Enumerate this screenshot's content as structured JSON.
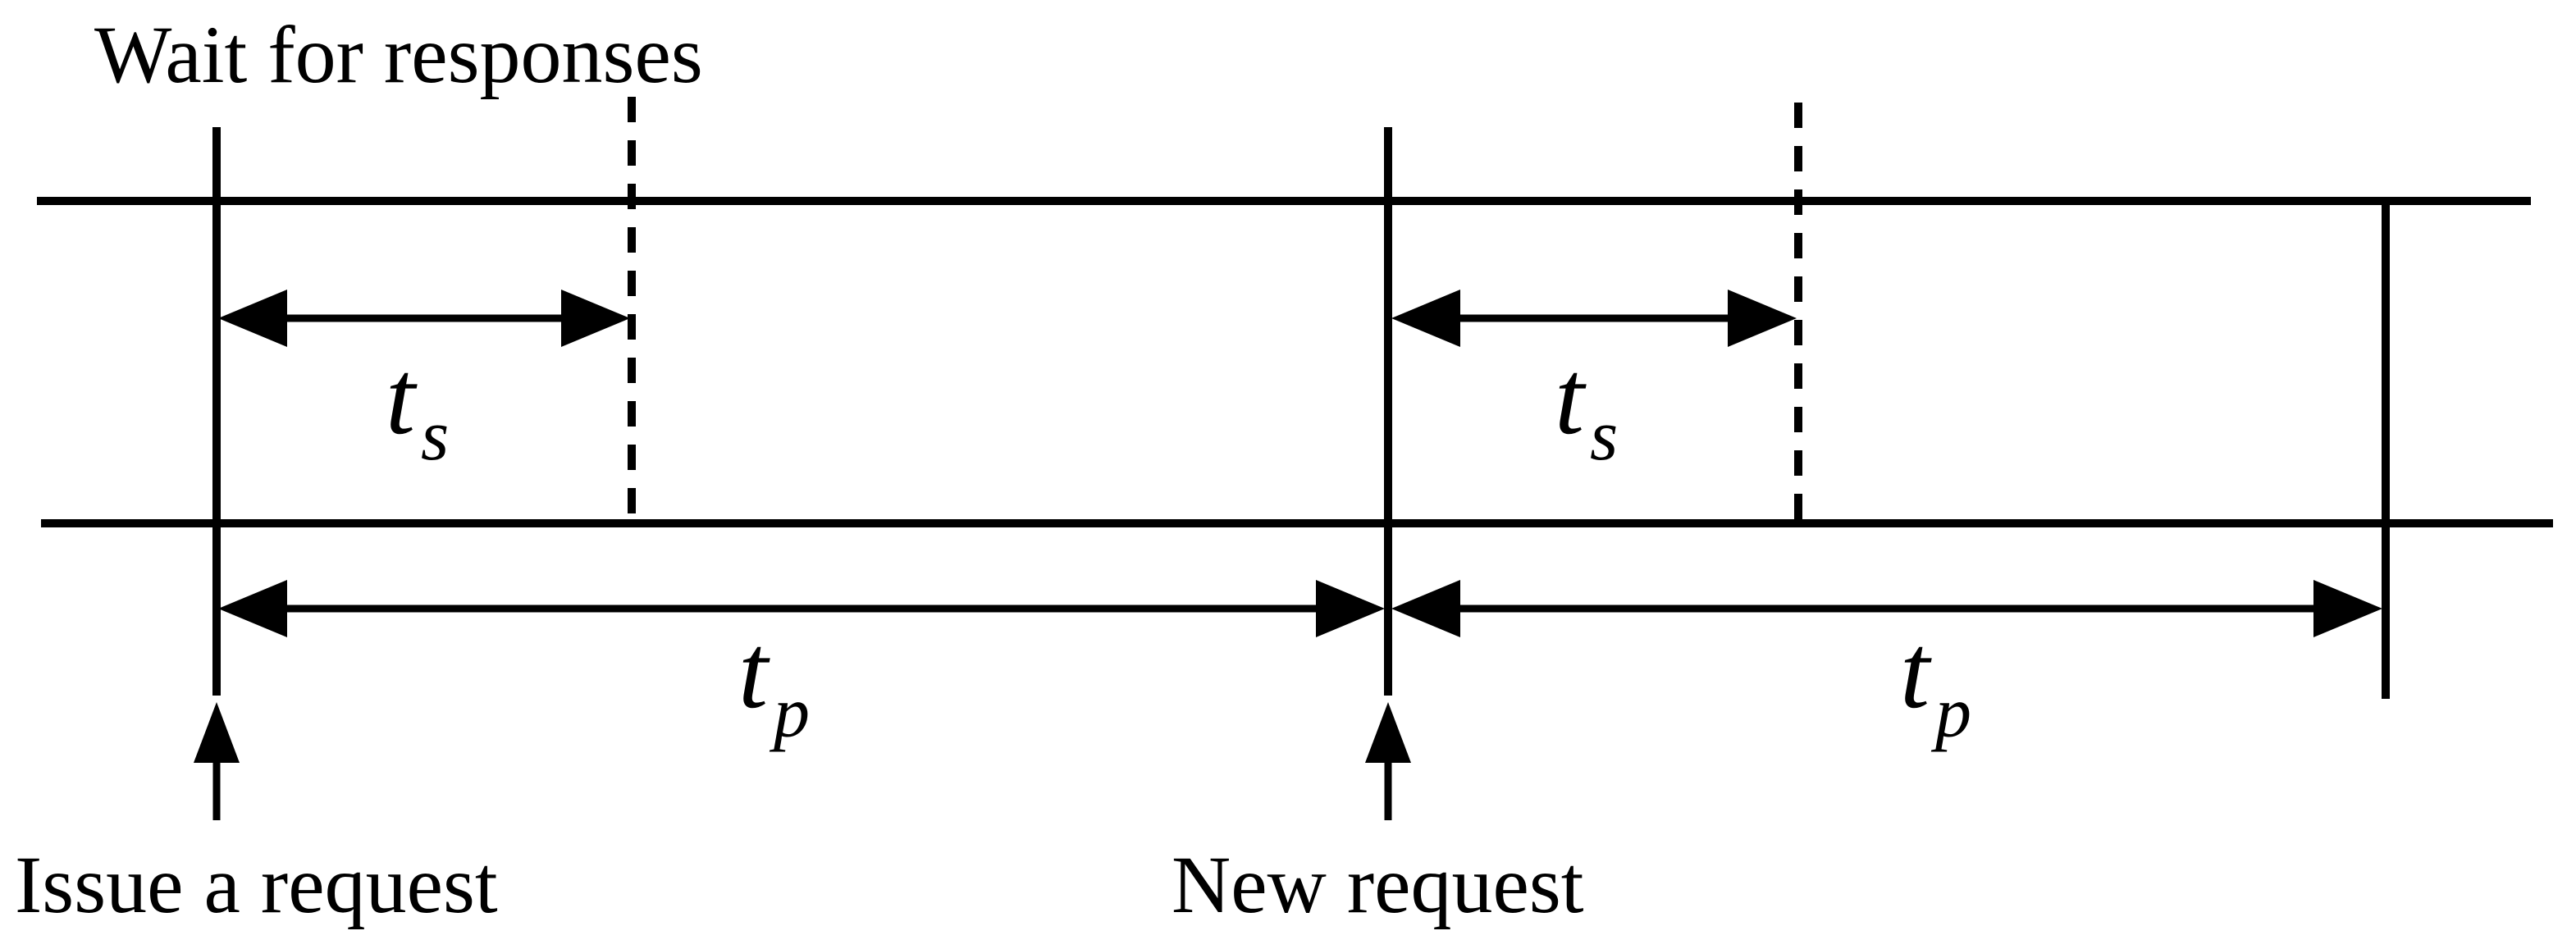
{
  "diagram": {
    "background": "#ffffff",
    "line_color": "#000000",
    "labels": {
      "wait_for_responses": "Wait for responses",
      "issue_a_request": "Issue a request",
      "new_request": "New request"
    },
    "durations": {
      "service_time": {
        "base": "t",
        "sub": "s"
      },
      "request_period": {
        "base": "t",
        "sub": "p"
      }
    }
  }
}
